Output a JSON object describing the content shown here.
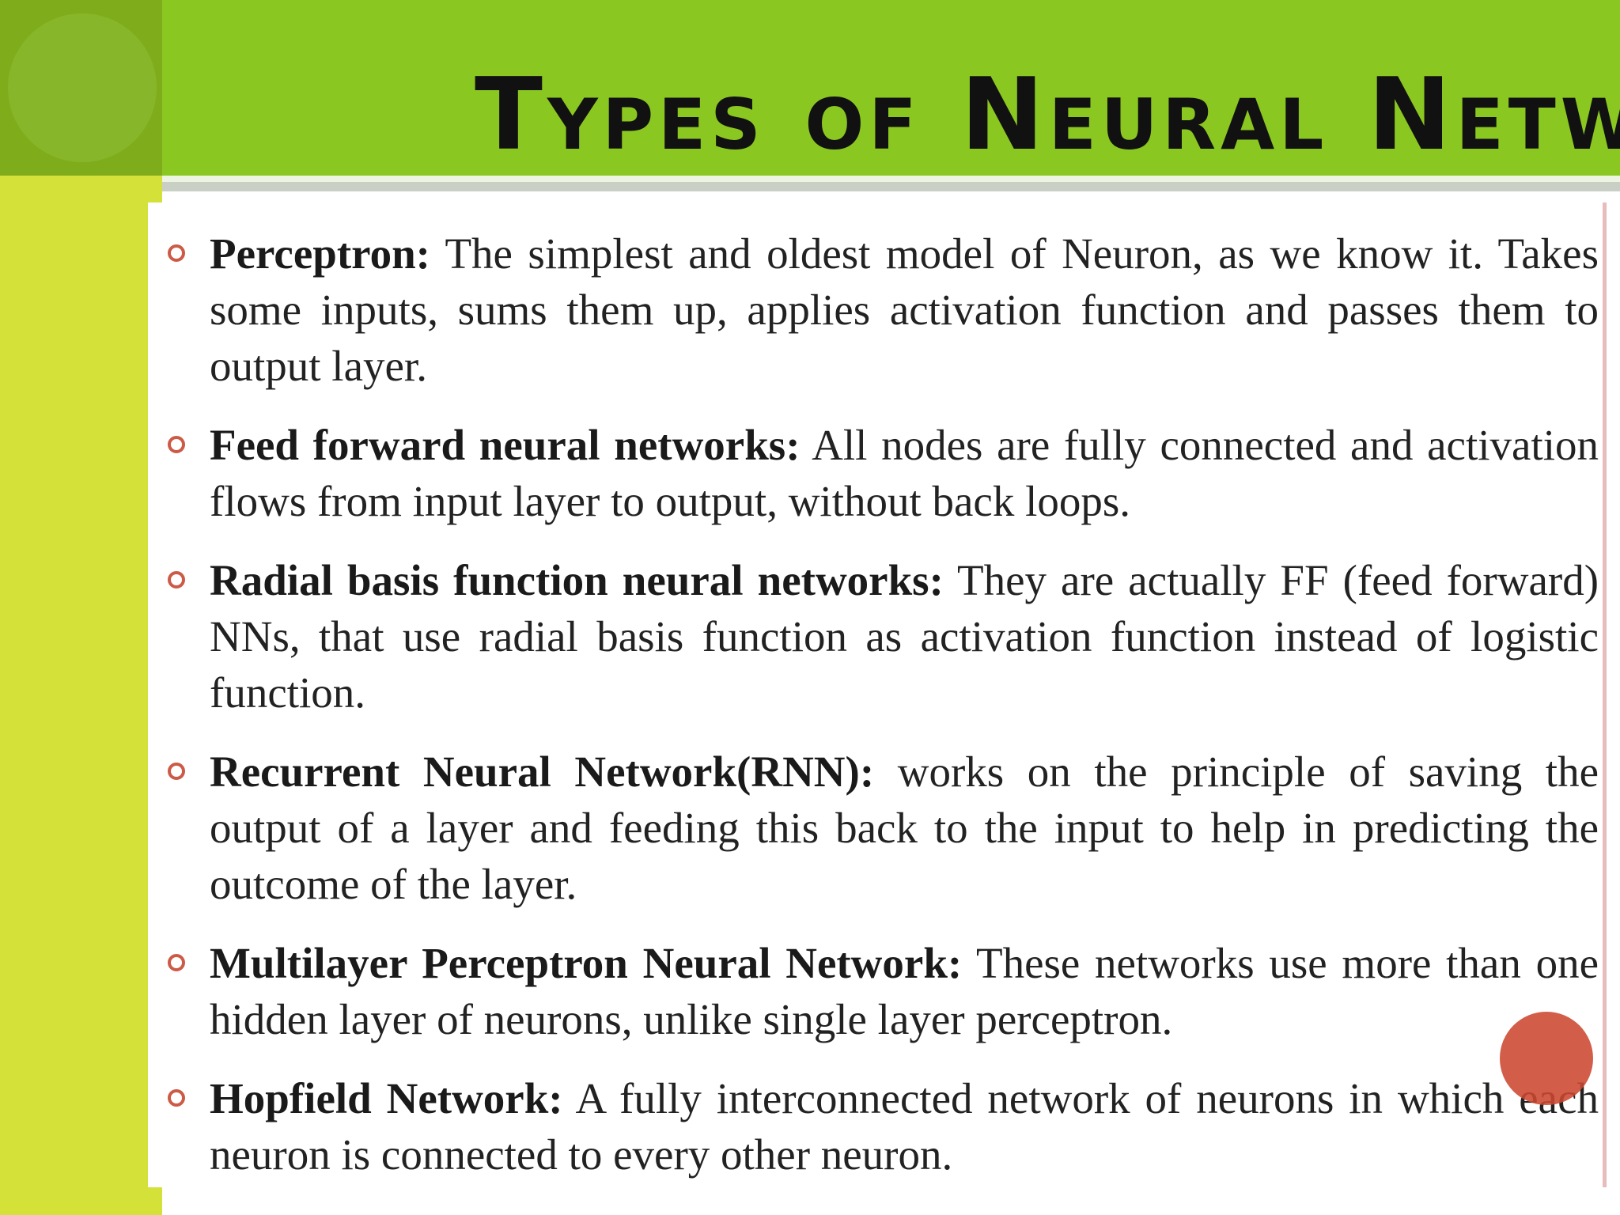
{
  "slide": {
    "title": "Types of Neural Network",
    "items": [
      {
        "term": "Perceptron:",
        "text": "The simplest and oldest model of Neuron, as we know it. Takes some inputs, sums them up, applies activation function and passes them to output layer."
      },
      {
        "term": "Feed forward neural networks:",
        "text": "All nodes are fully connected and activation flows from input layer to output, without back loops."
      },
      {
        "term": "Radial basis function neural networks:",
        "text": "They are actually FF (feed forward) NNs, that use radial basis function as activation function instead of logistic function."
      },
      {
        "term": "Recurrent Neural Network(RNN):",
        "text": "works on the principle of saving the output of a layer and feeding this back to the input to help in predicting the outcome of the layer."
      },
      {
        "term": "Multilayer Perceptron Neural Network:",
        "text": "These networks use more than one hidden layer of neurons, unlike single layer perceptron."
      },
      {
        "term": "Hopfield Network:",
        "text": "A fully interconnected network of neurons in which each neuron is connected to every other neuron."
      }
    ]
  },
  "colors": {
    "title_bar": "#8bc721",
    "left_strip": "#d3e138",
    "bullet": "#cc5a46",
    "pointer": "#cc4830"
  }
}
